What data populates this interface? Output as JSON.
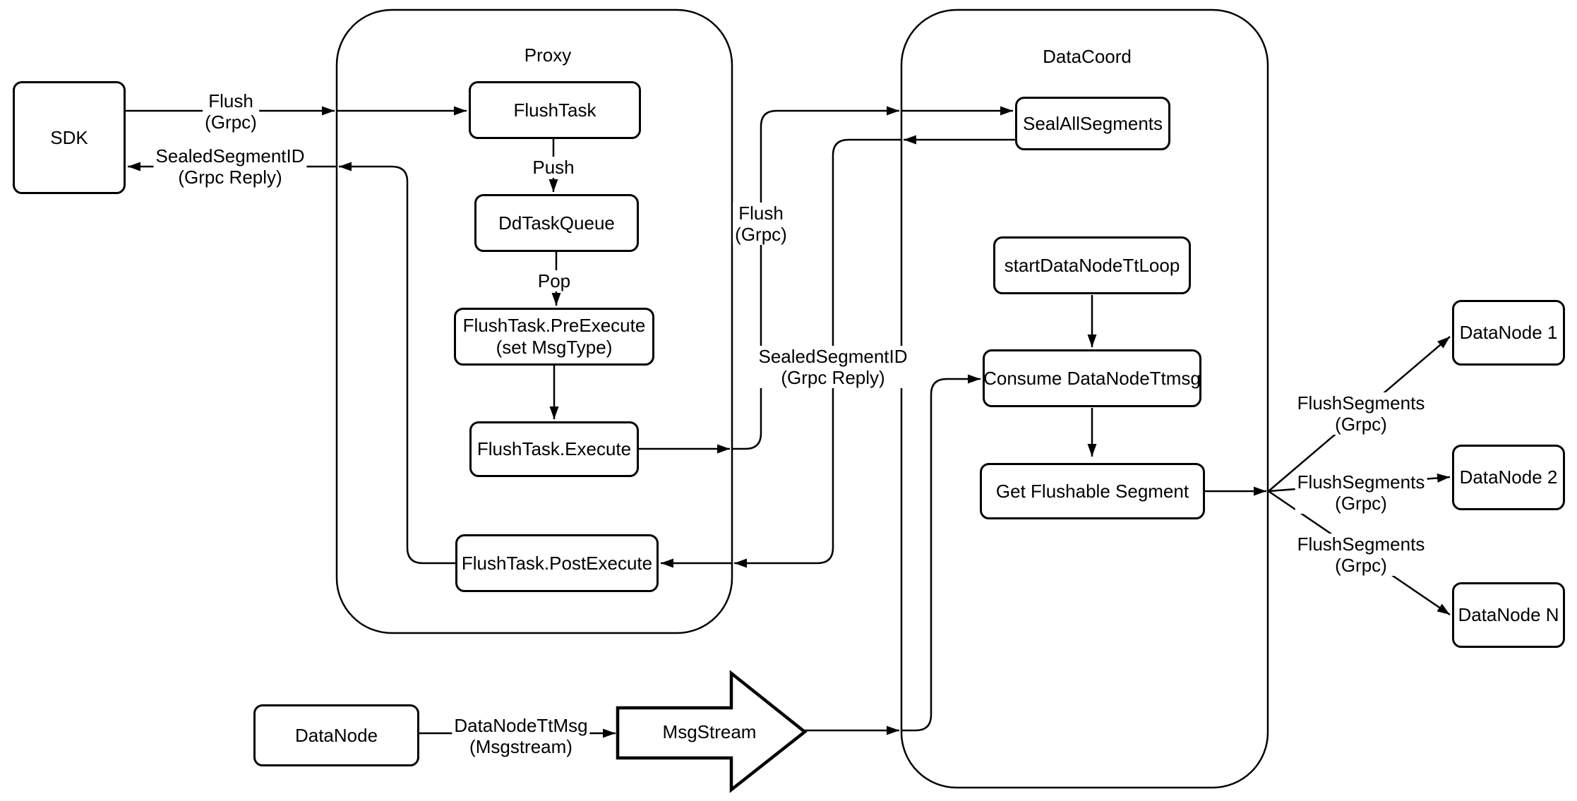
{
  "diagram": {
    "colors": {
      "stroke": "#000000",
      "background": "#ffffff"
    },
    "containers": {
      "proxy": {
        "label": "Proxy"
      },
      "datacoord": {
        "label": "DataCoord"
      }
    },
    "nodes": {
      "sdk": {
        "label": "SDK"
      },
      "flush_task": {
        "label": "FlushTask"
      },
      "dd_task_queue": {
        "label": "DdTaskQueue"
      },
      "pre_execute": {
        "line1": "FlushTask.PreExecute",
        "line2": "(set MsgType)"
      },
      "execute": {
        "label": "FlushTask.Execute"
      },
      "post_execute": {
        "label": "FlushTask.PostExecute"
      },
      "seal_all_segments": {
        "label": "SealAllSegments"
      },
      "start_datanode_tt_loop": {
        "label": "startDataNodeTtLoop"
      },
      "consume_datanode_ttmsg": {
        "label": "Consume DataNodeTtmsg"
      },
      "get_flushable_segment": {
        "label": "Get Flushable Segment"
      },
      "datanode_1": {
        "label": "DataNode 1"
      },
      "datanode_2": {
        "label": "DataNode 2"
      },
      "datanode_n": {
        "label": "DataNode N"
      },
      "datanode": {
        "label": "DataNode"
      },
      "msgstream": {
        "label": "MsgStream"
      }
    },
    "edge_labels": {
      "flush_grpc_sdk": {
        "line1": "Flush",
        "line2": "(Grpc)"
      },
      "sealed_segment_id_sdk": {
        "line1": "SealedSegmentID",
        "line2": "(Grpc Reply)"
      },
      "push": {
        "label": "Push"
      },
      "pop": {
        "label": "Pop"
      },
      "flush_grpc_mid": {
        "line1": "Flush",
        "line2": "(Grpc)"
      },
      "sealed_segment_id_mid": {
        "line1": "SealedSegmentID",
        "line2": "(Grpc Reply)"
      },
      "flush_segments_1": {
        "line1": "FlushSegments",
        "line2": "(Grpc)"
      },
      "flush_segments_2": {
        "line1": "FlushSegments",
        "line2": "(Grpc)"
      },
      "flush_segments_3": {
        "line1": "FlushSegments",
        "line2": "(Grpc)"
      },
      "datanode_tt_msg": {
        "line1": "DataNodeTtMsg",
        "line2": "(Msgstream)"
      }
    }
  }
}
